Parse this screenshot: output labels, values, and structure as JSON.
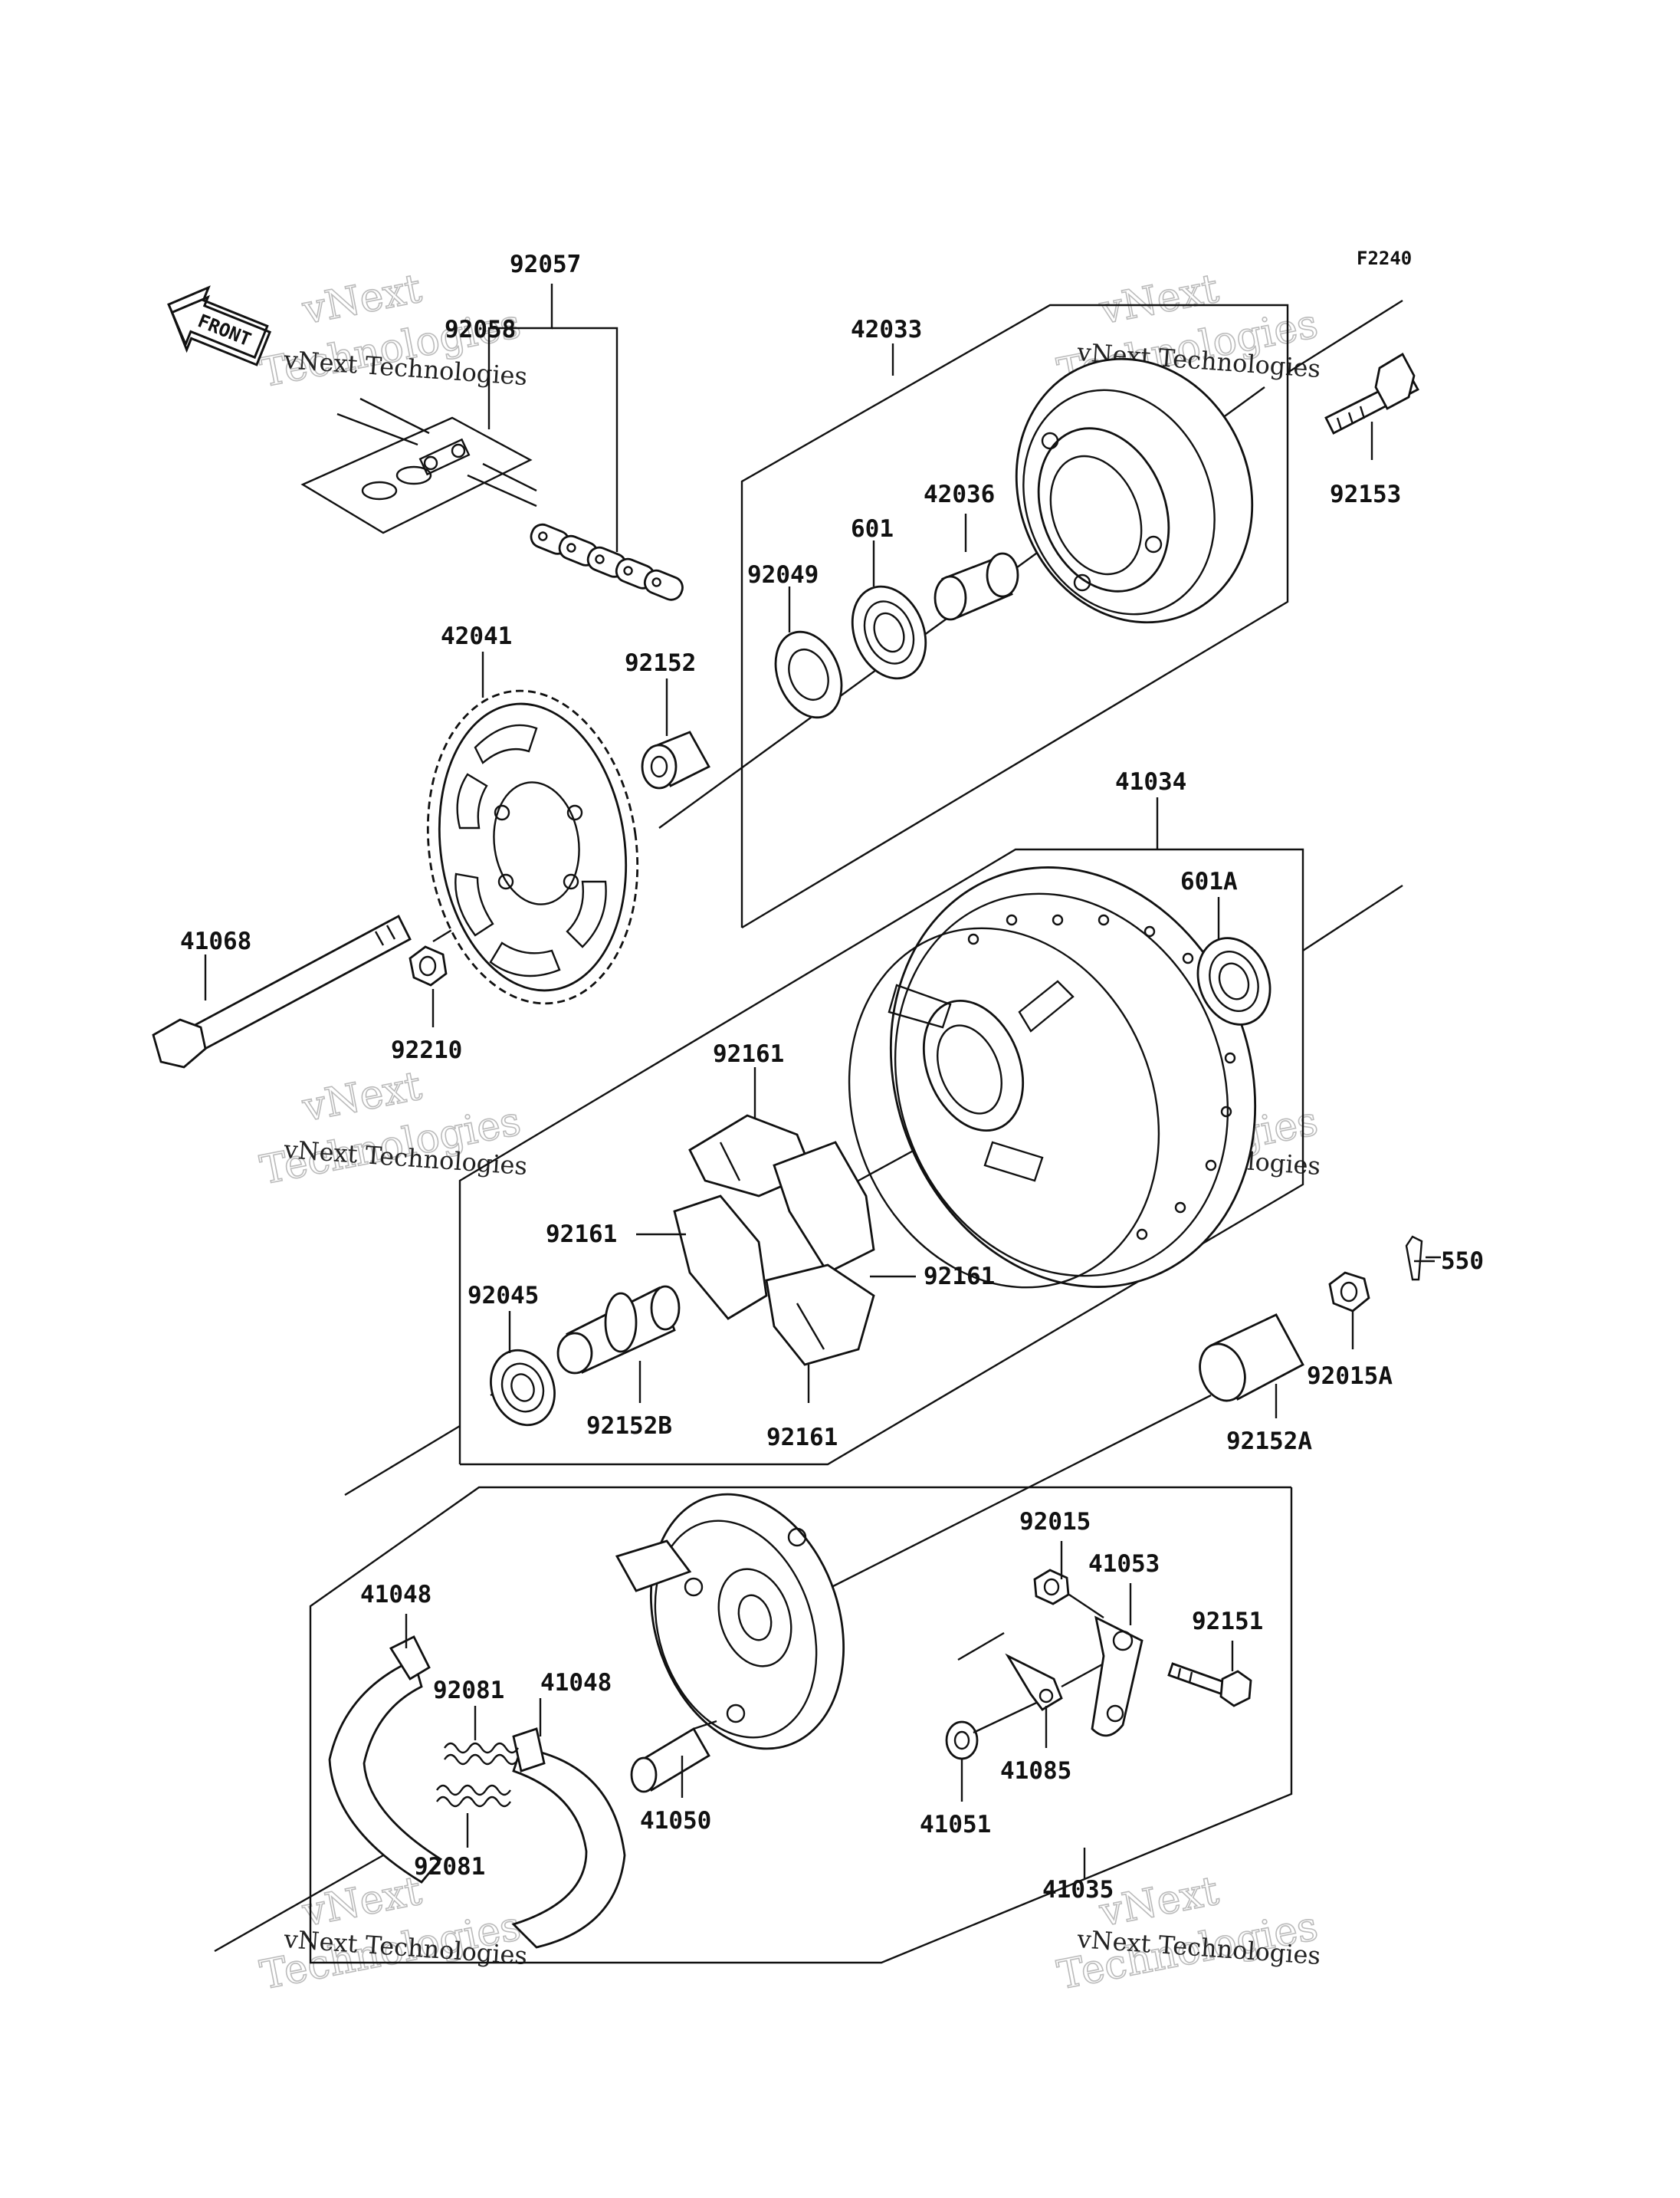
{
  "figure_code": "F2240",
  "front_arrow": "FRONT",
  "watermark": {
    "line1": "vNext Technologies",
    "line2a": "vNext",
    "line2b": "Technologies"
  },
  "parts": {
    "p92057": "92057",
    "p92058": "92058",
    "p42033": "42033",
    "p92153": "92153",
    "p42036": "42036",
    "p601": "601",
    "p92049": "92049",
    "p92152": "92152",
    "p42041": "42041",
    "p41034": "41034",
    "p601A": "601A",
    "p41068": "41068",
    "p92210": "92210",
    "p92161_top": "92161",
    "p92161_left": "92161",
    "p92161_right": "92161",
    "p92161_bottom": "92161",
    "p550": "550",
    "p92045": "92045",
    "p92015A": "92015A",
    "p92152B": "92152B",
    "p92152A": "92152A",
    "p92015": "92015",
    "p41053": "41053",
    "p41048_left": "41048",
    "p92151": "92151",
    "p92081_top": "92081",
    "p41048_right": "41048",
    "p41085": "41085",
    "p41050": "41050",
    "p41051": "41051",
    "p92081_bottom": "92081",
    "p41035": "41035"
  }
}
